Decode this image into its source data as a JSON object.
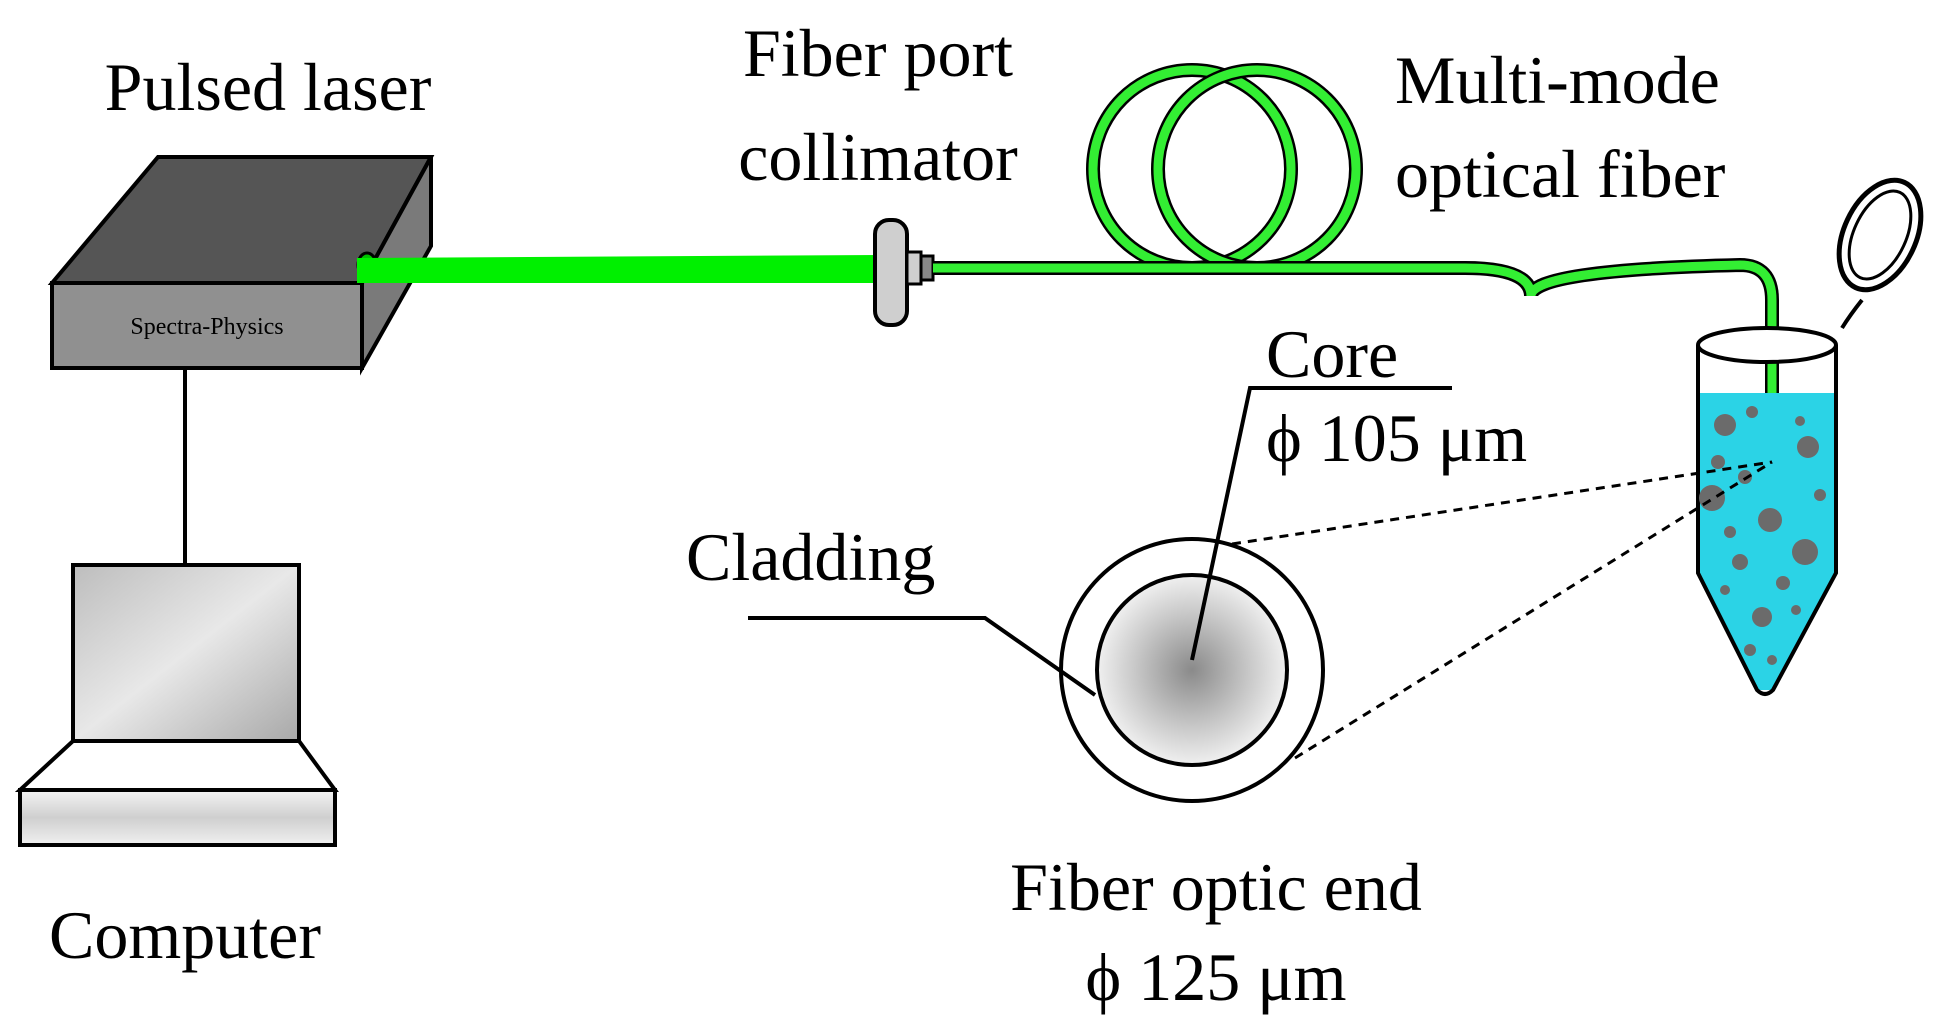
{
  "labels": {
    "pulsed_laser": "Pulsed laser",
    "laser_brand": "Spectra-Physics",
    "fiber_port_line1": "Fiber port",
    "fiber_port_line2": "collimator",
    "multimode_line1": "Multi-mode",
    "multimode_line2": "optical fiber",
    "core": "Core",
    "core_diameter": "ϕ 105 μm",
    "cladding": "Cladding",
    "fiber_end": "Fiber optic end",
    "fiber_end_diameter": "ϕ 125 μm",
    "computer": "Computer"
  },
  "colors": {
    "laser_beam": "#00f000",
    "fiber": "#33ee33",
    "solution": "#2bd3e6",
    "particles": "#6b6b6b",
    "laser_top": "#555555",
    "laser_front": "#909090"
  }
}
